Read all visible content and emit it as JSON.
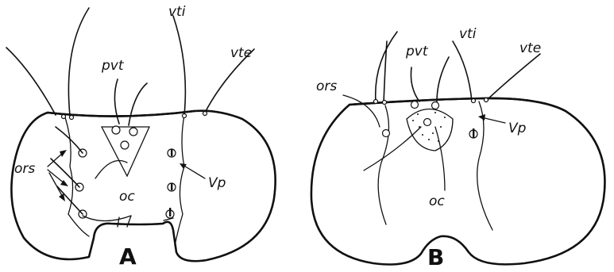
{
  "figure": {
    "panel_a": {
      "id": "A",
      "labels": {
        "pvt": "pvt",
        "vti": "vti",
        "vte": "vte",
        "ors": "ors",
        "oc": "oc",
        "vp": "Vp"
      }
    },
    "panel_b": {
      "id": "B",
      "labels": {
        "pvt": "pvt",
        "vti": "vti",
        "vte": "vte",
        "ors": "ors",
        "oc": "oc",
        "vp": "Vp"
      }
    }
  }
}
